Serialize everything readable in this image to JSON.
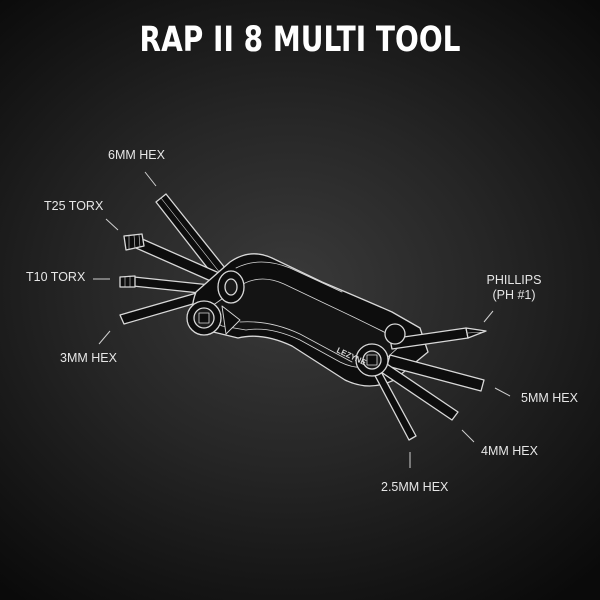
{
  "title": "RAP II 8 MULTI TOOL",
  "labels": {
    "hex_6mm": "6MM HEX",
    "torx_t25": "T25 TORX",
    "torx_t10": "T10 TORX",
    "hex_3mm": "3MM HEX",
    "phillips_line1": "PHILLIPS",
    "phillips_line2": "(PH #1)",
    "hex_5mm": "5MM HEX",
    "hex_4mm": "4MM HEX",
    "hex_2_5mm": "2.5MM HEX"
  },
  "brand_mark": "LEZYNE",
  "colors": {
    "background": "#262626",
    "tool_fill": "#0d0d0d",
    "tool_outline": "#d8d8d8",
    "text": "#ffffff",
    "leader_line": "#cfcfcf"
  }
}
